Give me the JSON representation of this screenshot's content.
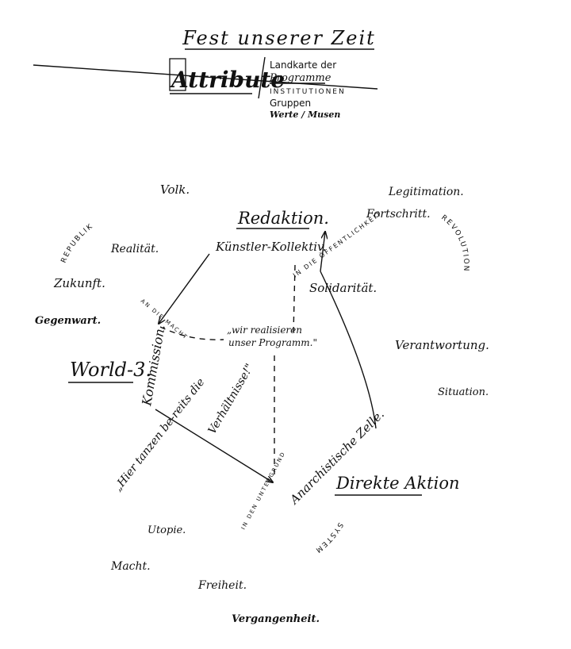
{
  "header": {
    "title": "Fest unserer Zeit",
    "attribute_title": "Attribute",
    "menu": [
      "Landkarte der",
      "Programme",
      "INSTITUTIONEN",
      "Gruppen",
      "Werte / Musen"
    ]
  },
  "words": {
    "volk": "Volk.",
    "realitaet": "Realität.",
    "zukunft": "Zukunft.",
    "gegenwart": "Gegenwart.",
    "legitimation": "Legitimation.",
    "fortschritt": "Fortschritt.",
    "verantwortung": "Verantwortung.",
    "situation": "Situation.",
    "utopie": "Utopie.",
    "macht": "Macht.",
    "freiheit": "Freiheit.",
    "vergangenheit": "Vergangenheit."
  },
  "arcs": {
    "republik": "REPUBLIK",
    "revolution": "REVOLUTION",
    "system": "SYSTEM"
  },
  "nodes": {
    "redaktion": "Redaktion.",
    "kollektiv": "Künstler-Kollektiv.",
    "solidaritaet": "Solidarität.",
    "world3": "World-3.",
    "kommission": "Kommission.",
    "direkte_aktion": "Direkte Aktion",
    "anarchistische_zelle": "Anarchistische Zelle.",
    "programm_quote_1": "„wir realisieren",
    "programm_quote_2": "unser Programm.\"",
    "verhaeltnisse_1": "„Hier tanzen be-reits die",
    "verhaeltnisse_2": "Verhältnisse!\""
  },
  "edge_labels": {
    "oeffentlichkeit": "IN DIE ÖFFENTLICHKEIT",
    "macht": "AN DIE MACHT",
    "untergrund": "IN DEN UNTERGRUND"
  }
}
